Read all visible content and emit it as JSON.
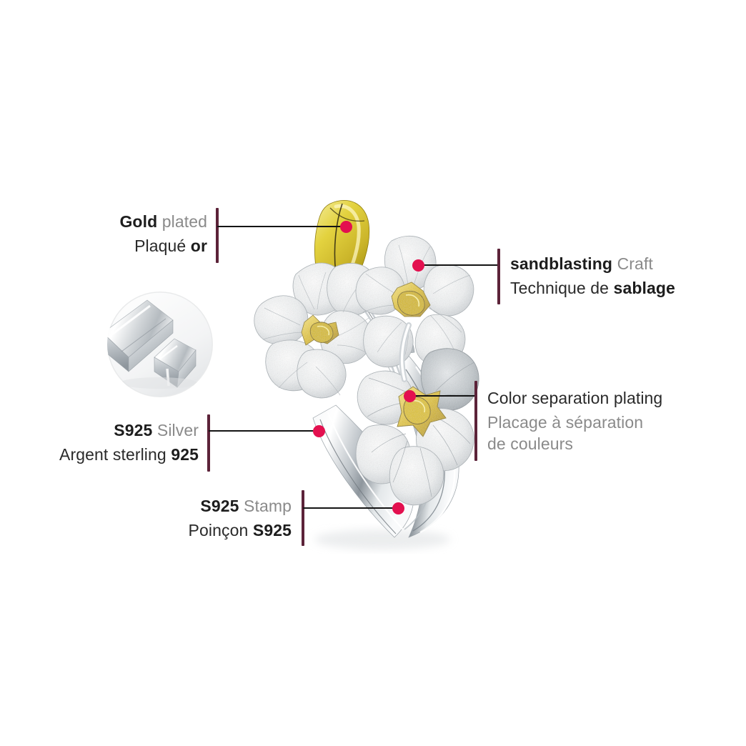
{
  "diagram": {
    "title": "Sterling silver flower ring feature callouts",
    "product": "S925 silver adjustable orchid flower ring with gold plated accents",
    "accent_color": "#e3104f",
    "bar_color": "#5c2339",
    "leader_color": "#141414",
    "background": "#ffffff"
  },
  "callouts": [
    {
      "id": "gold-plated",
      "en_strong": "Gold",
      "en_plain": "plated",
      "fr_plain": "Plaqué",
      "fr_strong": "or",
      "side": "left"
    },
    {
      "id": "sandblasting",
      "en_strong": "sandblasting",
      "en_plain": "Craft",
      "fr_plain": "Technique de",
      "fr_strong": "sablage",
      "side": "right"
    },
    {
      "id": "color-separation-plating",
      "en_strong": "Color separation plating",
      "en_plain": "",
      "fr_plain_line1": "Placage à séparation",
      "fr_plain_line2": "de couleurs",
      "side": "right"
    },
    {
      "id": "s925-silver",
      "en_strong": "S925",
      "en_plain": "Silver",
      "fr_plain": "Argent sterling",
      "fr_strong": "925",
      "side": "left"
    },
    {
      "id": "s925-stamp",
      "en_strong": "S925",
      "en_plain": "Stamp",
      "fr_plain": "Poinçon",
      "fr_strong": "S925",
      "side": "left"
    }
  ],
  "inset": {
    "id": "silver-bars-photo",
    "description": "silver ingot bars"
  }
}
